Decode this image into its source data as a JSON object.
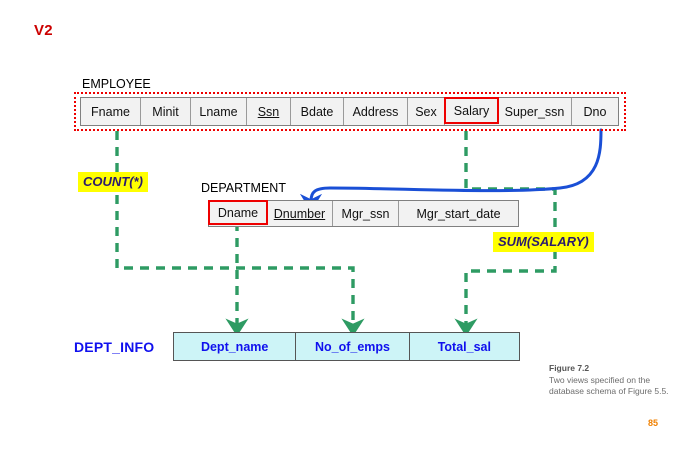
{
  "view_label": "V2",
  "relations": [
    {
      "name": "EMPLOYEE",
      "attributes": [
        {
          "label": "Fname",
          "pk": false,
          "boxed": false
        },
        {
          "label": "Minit",
          "pk": false,
          "boxed": false
        },
        {
          "label": "Lname",
          "pk": false,
          "boxed": false
        },
        {
          "label": "Ssn",
          "pk": true,
          "boxed": false
        },
        {
          "label": "Bdate",
          "pk": false,
          "boxed": false
        },
        {
          "label": "Address",
          "pk": false,
          "boxed": false
        },
        {
          "label": "Sex",
          "pk": false,
          "boxed": false
        },
        {
          "label": "Salary",
          "pk": false,
          "boxed": true
        },
        {
          "label": "Super_ssn",
          "pk": false,
          "boxed": false
        },
        {
          "label": "Dno",
          "pk": false,
          "boxed": false
        }
      ]
    },
    {
      "name": "DEPARTMENT",
      "attributes": [
        {
          "label": "Dname",
          "pk": false,
          "boxed": true
        },
        {
          "label": "Dnumber",
          "pk": true,
          "boxed": false
        },
        {
          "label": "Mgr_ssn",
          "pk": false,
          "boxed": false
        },
        {
          "label": "Mgr_start_date",
          "pk": false,
          "boxed": false
        }
      ]
    }
  ],
  "view_result": {
    "name": "DEPT_INFO",
    "columns": [
      "Dept_name",
      "No_of_emps",
      "Total_sal"
    ]
  },
  "annotations": [
    {
      "text": "COUNT(*)"
    },
    {
      "text": "SUM(SALARY)"
    }
  ],
  "caption": {
    "title": "Figure 7.2",
    "text": "Two views specified on the database schema of Figure 5.5."
  },
  "page_number": "85",
  "colors": {
    "view_label": "#cc0000",
    "view_outline": "#ee0000",
    "highlight_box": "#ee0000",
    "mapping_arrow": "#2e9b63",
    "fk_arrow": "#1a4fd6",
    "result_text": "#1010ee",
    "result_fill": "#cdf4f7",
    "annotation_bg": "#ffff00",
    "annotation_text": "#2b1b6e",
    "page_number": "#f08000"
  }
}
